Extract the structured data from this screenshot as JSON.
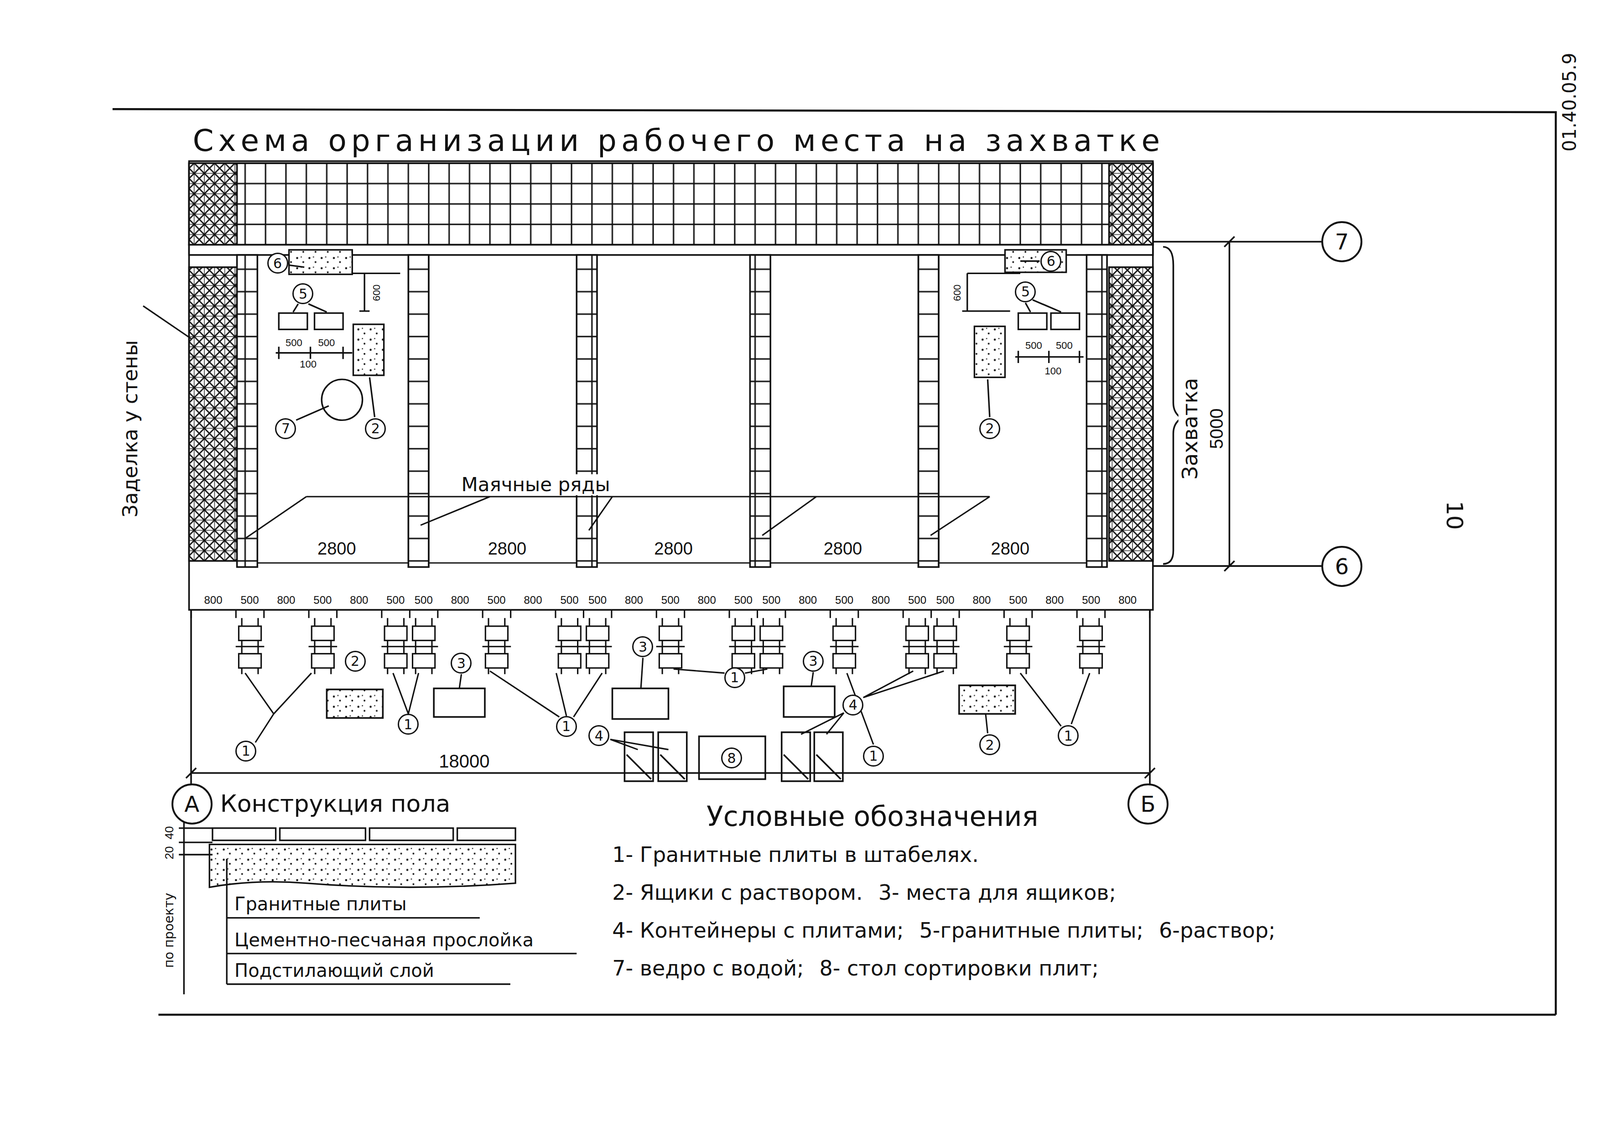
{
  "diagram": {
    "title": "Схема организации рабочего места на захватке",
    "nodes": [
      {
        "text": [
          "7"
        ]
      },
      {
        "text": [
          "6"
        ]
      },
      {
        "text": [
          "А"
        ]
      },
      {
        "text": [
          "Б"
        ]
      }
    ],
    "labels": [
      "01.40.05.9",
      "Заделка у стены",
      "Маячные ряды",
      "2800",
      "2800",
      "2800",
      "2800",
      "2800",
      "800",
      "500",
      "800",
      "500",
      "800",
      "500",
      "500",
      "800",
      "500",
      "800",
      "500",
      "500",
      "800",
      "500",
      "800",
      "500",
      "500",
      "800",
      "500",
      "800",
      "500",
      "500",
      "800",
      "500",
      "800",
      "500",
      "800",
      "18000",
      "Захватка",
      "5000",
      "600",
      "500",
      "500",
      "100",
      "600",
      "500",
      "500",
      "100",
      "6",
      "5",
      "7",
      "2",
      "6",
      "5",
      "2",
      "2",
      "3",
      "1",
      "1",
      "3",
      "1",
      "4",
      "3",
      "1",
      "4",
      "1",
      "2",
      "1",
      "8",
      "Конструкция пола",
      "по проекту",
      "20",
      "40",
      "Гранитные плиты",
      "Цементно-песчаная прослойка",
      "Подстилающий слой",
      "Условные обозначения",
      "10"
    ],
    "legend": [
      {
        "text": "1- Гранитные плиты в штабелях."
      },
      {
        "text": "2- Ящики с раствором."
      },
      {
        "text": "3- места для ящиков;"
      },
      {
        "text": "4- Контейнеры с плитами;"
      },
      {
        "text": "5-гранитные плиты;"
      },
      {
        "text": "6-раствор;"
      },
      {
        "text": "7- ведро с водой;"
      },
      {
        "text": "8- стол сортировки плит;"
      }
    ]
  }
}
